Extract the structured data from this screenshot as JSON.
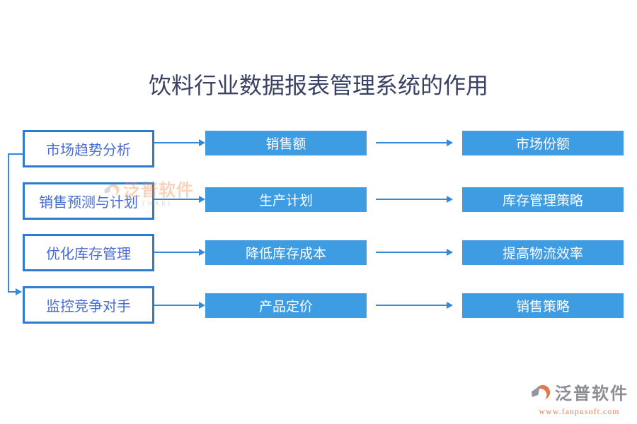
{
  "title": "饮料行业数据报表管理系统的作用",
  "rows": [
    {
      "source": "市场趋势分析",
      "metric": "销售额",
      "result": "市场份额"
    },
    {
      "source": "销售预测与计划",
      "metric": "生产计划",
      "result": "库存管理策略"
    },
    {
      "source": "优化库存管理",
      "metric": "降低库存成本",
      "result": "提高物流效率"
    },
    {
      "source": "监控竞争对手",
      "metric": "产品定价",
      "result": "销售策略"
    }
  ],
  "watermark": {
    "brand": "泛普软件",
    "subtext": "SOFTWARE"
  },
  "footer": {
    "brand": "泛普软件",
    "url": "www.fanpusoft.com"
  },
  "colors": {
    "box_fill": "#3e9ce2",
    "box_border": "#2b7cce",
    "connector": "#3489d8",
    "source_text": "#4a6bd4",
    "title_text": "#3a4264",
    "brand_gray": "#8d8d96",
    "brand_orange": "#e5835c"
  }
}
